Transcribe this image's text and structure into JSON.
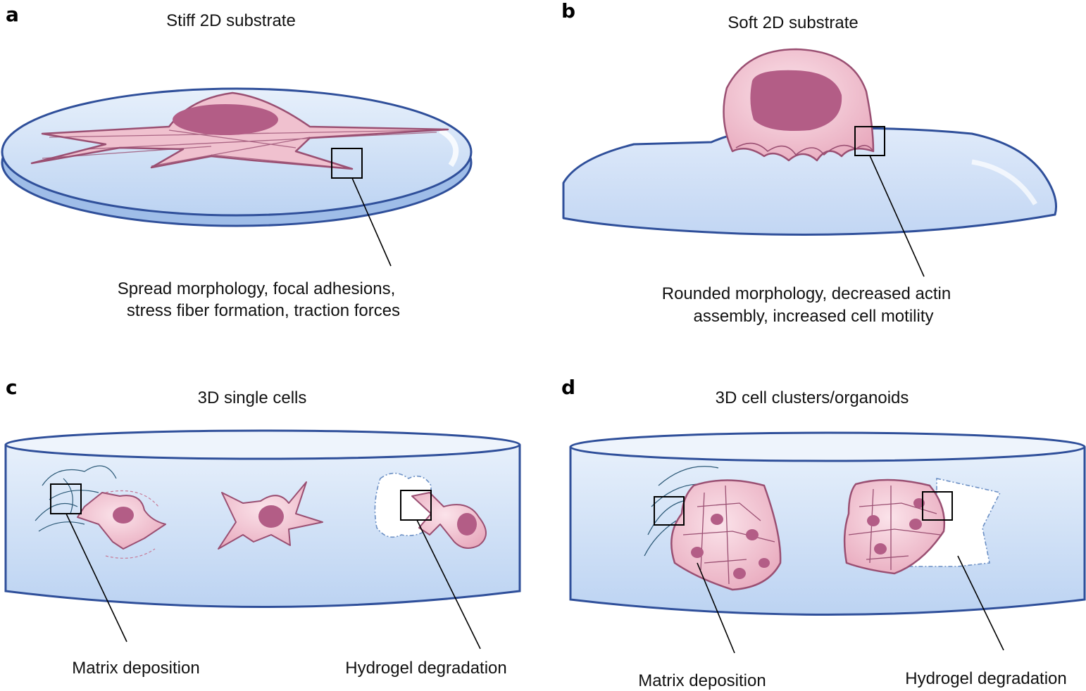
{
  "panels": {
    "a": {
      "letter": "a",
      "title": "Stiff 2D substrate",
      "caption_line1": "Spread morphology, focal adhesions,",
      "caption_line2": "stress fiber formation, traction forces"
    },
    "b": {
      "letter": "b",
      "title": "Soft 2D substrate",
      "caption_line1": "Rounded morphology, decreased actin",
      "caption_line2": "assembly, increased cell motility"
    },
    "c": {
      "letter": "c",
      "title": "3D single cells",
      "label_left": "Matrix deposition",
      "label_right": "Hydrogel degradation"
    },
    "d": {
      "letter": "d",
      "title": "3D cell clusters/organoids",
      "label_left": "Matrix deposition",
      "label_right": "Hydrogel degradation"
    }
  },
  "colors": {
    "substrate_fill": "#cfe0f6",
    "substrate_outline": "#2f4f9a",
    "cell_fill": "#f3c9d4",
    "cell_outline": "#9a4f72",
    "nucleus": "#b35d86",
    "matrix_fiber": "#2d5a78"
  }
}
